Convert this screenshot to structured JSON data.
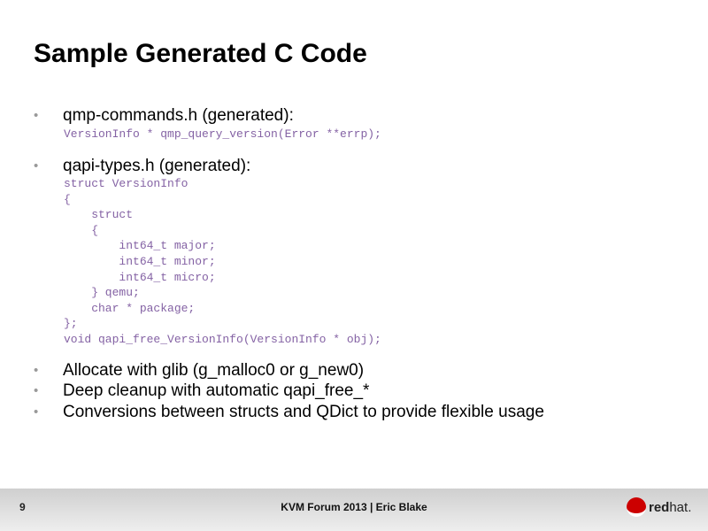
{
  "title": "Sample Generated C Code",
  "bullets": [
    "qmp-commands.h (generated):",
    "qapi-types.h (generated):",
    "Allocate with glib (g_malloc0 or g_new0)",
    "Deep cleanup with automatic qapi_free_*",
    "Conversions between structs and QDict to provide flexible usage"
  ],
  "code1": "VersionInfo * qmp_query_version(Error **errp);",
  "code2": "struct VersionInfo\n{\n    struct\n    {\n        int64_t major;\n        int64_t minor;\n        int64_t micro;\n    } qemu;\n    char * package;\n};\nvoid qapi_free_VersionInfo(VersionInfo * obj);",
  "footer": {
    "page": "9",
    "text": "KVM Forum 2013 | Eric Blake",
    "logo": "redhat."
  }
}
